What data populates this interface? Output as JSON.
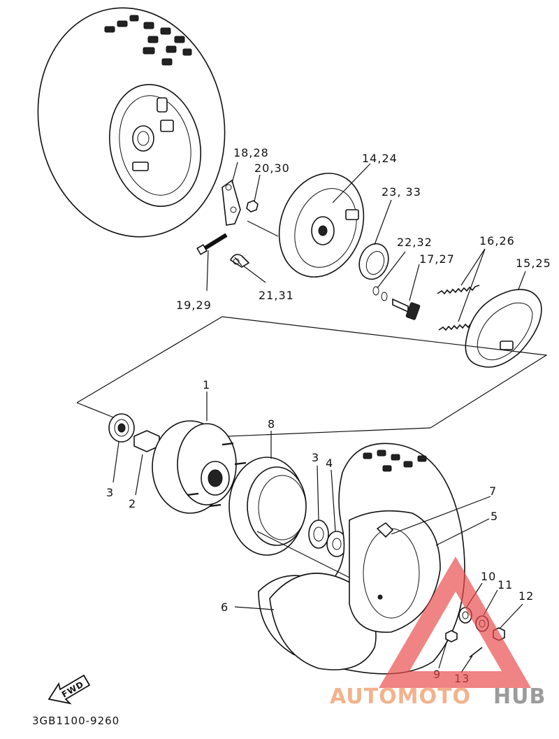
{
  "diagram": {
    "code": "3GB1100-9260",
    "fwd_label": "FWD",
    "callouts": [
      {
        "id": "c1",
        "text": "1"
      },
      {
        "id": "c2",
        "text": "2"
      },
      {
        "id": "c3a",
        "text": "3"
      },
      {
        "id": "c3b",
        "text": "3"
      },
      {
        "id": "c4",
        "text": "4"
      },
      {
        "id": "c5",
        "text": "5"
      },
      {
        "id": "c6",
        "text": "6"
      },
      {
        "id": "c7",
        "text": "7"
      },
      {
        "id": "c8",
        "text": "8"
      },
      {
        "id": "c9",
        "text": "9"
      },
      {
        "id": "c10",
        "text": "10"
      },
      {
        "id": "c11",
        "text": "11"
      },
      {
        "id": "c12",
        "text": "12"
      },
      {
        "id": "c13",
        "text": "13"
      },
      {
        "id": "c14",
        "text": "14,24"
      },
      {
        "id": "c15",
        "text": "15,25"
      },
      {
        "id": "c16",
        "text": "16,26"
      },
      {
        "id": "c17",
        "text": "17,27"
      },
      {
        "id": "c18",
        "text": "18,28"
      },
      {
        "id": "c19",
        "text": "19,29"
      },
      {
        "id": "c20",
        "text": "20,30"
      },
      {
        "id": "c21",
        "text": "21,31"
      },
      {
        "id": "c22",
        "text": "22,32"
      },
      {
        "id": "c23",
        "text": "23, 33"
      }
    ]
  },
  "watermark": {
    "part1": "AUTOMOTO",
    "part2": "HUB",
    "color_main": "#f2a57a",
    "color_hub": "#8a8a8a",
    "triangle_color": "#e8484a"
  }
}
